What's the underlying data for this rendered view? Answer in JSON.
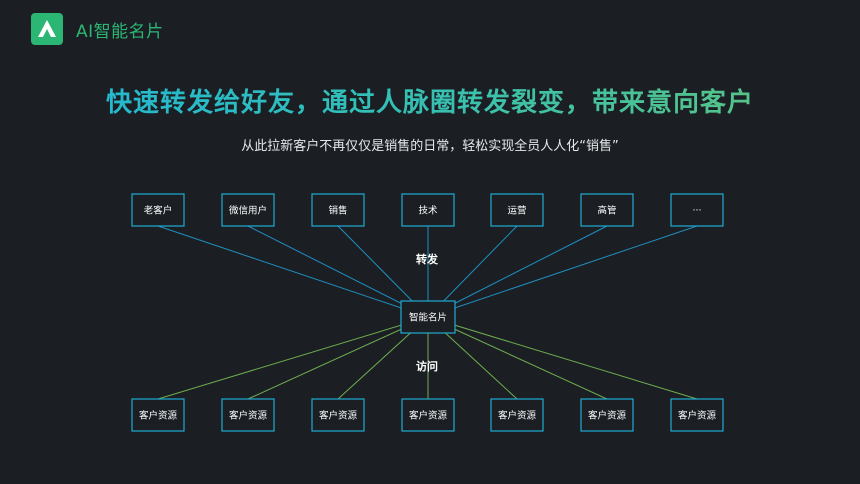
{
  "brand": {
    "logo_icon": "a-letter-icon",
    "name": "AI智能名片",
    "color": "#2bb673"
  },
  "headline": "快速转发给好友，通过人脉圈转发裂变，带来意向客户",
  "subline": "从此拉新客户不再仅仅是销售的日常，轻松实现全员人人化“销售”",
  "diagram": {
    "center": "智能名片",
    "forward_label": "转发",
    "visit_label": "访问",
    "sources": [
      "老客户",
      "微信用户",
      "销售",
      "技术",
      "运营",
      "高管",
      "···"
    ],
    "targets": [
      "客户资源",
      "客户资源",
      "客户资源",
      "客户资源",
      "客户资源",
      "客户资源",
      "客户资源"
    ],
    "colors": {
      "forward_line": "#1f8fc0",
      "visit_line": "#6fae4f",
      "node_border": "#1fa9d3"
    }
  }
}
